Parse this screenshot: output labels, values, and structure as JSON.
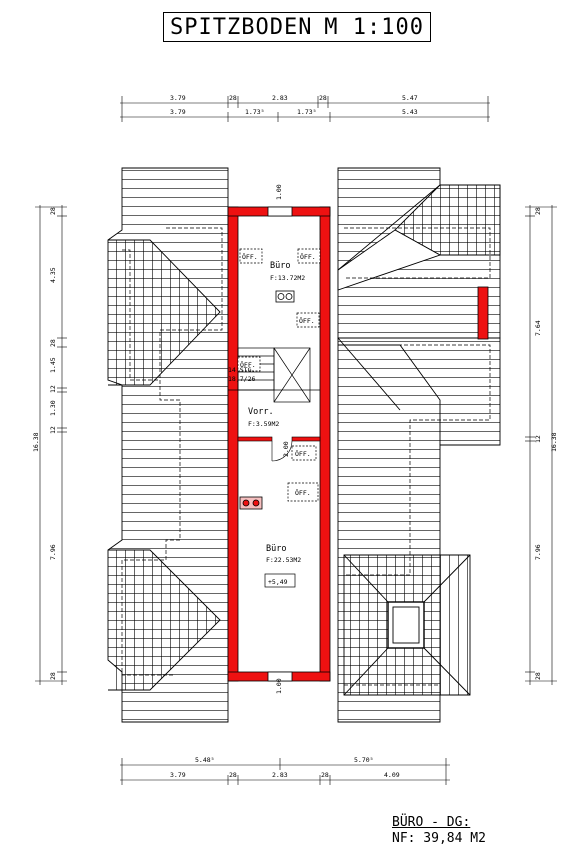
{
  "title": {
    "left": "SPITZBODEN",
    "right": "M 1:100"
  },
  "dims_top_row1": [
    "3.79",
    "28",
    "2.83",
    "28",
    "5.47"
  ],
  "dims_top_row2": [
    "3.79",
    "1.73⁵",
    "1.73⁵",
    "5.43"
  ],
  "dims_bottom_row1": [
    "5.48⁵",
    "5.70⁵"
  ],
  "dims_bottom_row2": [
    "3.79",
    "28",
    "2.83",
    "28",
    "4.09"
  ],
  "dims_left": [
    "28",
    "4.35",
    "28",
    "1.45",
    "12",
    "1.30",
    "12",
    "7.96",
    "28"
  ],
  "dims_left_total": "16.38",
  "dims_right": [
    "28",
    "7.64",
    "12",
    "7.96",
    "28"
  ],
  "dims_right_total": "16.38",
  "rooms": {
    "buero_top": {
      "name": "Büro",
      "area": "F:13.72M2"
    },
    "vorr": {
      "name": "Vorr.",
      "area": "F:3.59M2"
    },
    "buero_bottom": {
      "name": "Büro",
      "area": "F:22.53M2",
      "level": "+5,49"
    }
  },
  "opening_label": "ÖFF.",
  "stair": {
    "line1": "14 STG.",
    "line2": "18,7/26"
  },
  "door_label": "2.00",
  "window_top": "1.00",
  "window_bottom": "1.00",
  "summary": {
    "line1": "BÜRO - DG:",
    "line2": "NF: 39,84 M2"
  }
}
